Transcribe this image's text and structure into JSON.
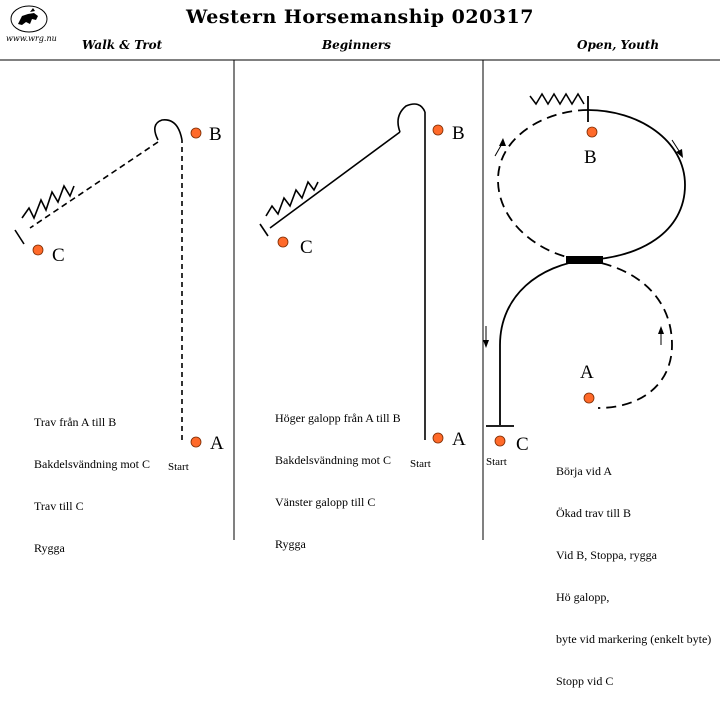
{
  "header": {
    "title": "Western Horsemanship 020317",
    "logo_url": "www.wrg.nu"
  },
  "columns": [
    {
      "heading": "Walk  &  Trot",
      "markers": [
        "B",
        "C",
        "A"
      ],
      "start_label": "Start",
      "instructions": [
        "Trav från A till B",
        "Bakdelsvändning mot C",
        "Trav till C",
        "Rygga"
      ]
    },
    {
      "heading": "Beginners",
      "markers": [
        "B",
        "C",
        "A"
      ],
      "start_label": "Start",
      "instructions": [
        "Höger galopp från A till B",
        "Bakdelsvändning mot C",
        "Vänster galopp till C",
        "Rygga"
      ]
    },
    {
      "heading": "Open,  Youth",
      "markers": [
        "B",
        "A",
        "C"
      ],
      "start_label": "Start",
      "instructions": [
        "Börja vid A",
        "Ökad trav till B",
        "Vid B, Stoppa, rygga",
        "Hö galopp,",
        "byte vid markering (enkelt byte)",
        "Stopp vid C"
      ]
    }
  ],
  "colors": {
    "marker_fill": "#FF6A2A",
    "line": "#000000",
    "background": "#FFFFFF"
  }
}
